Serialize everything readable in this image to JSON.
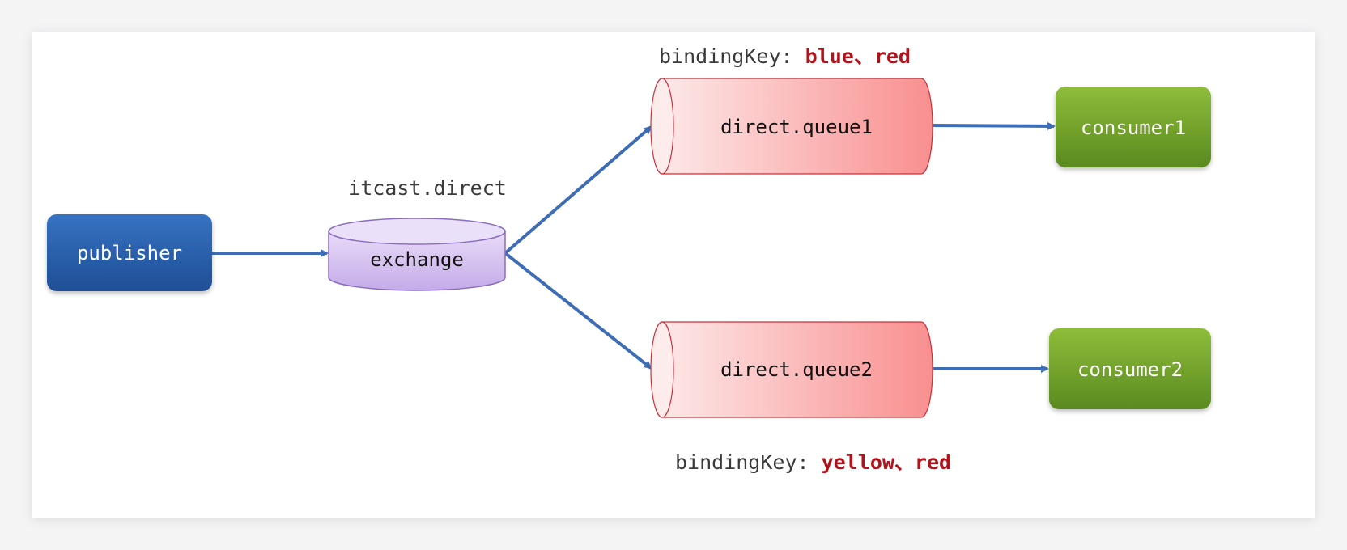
{
  "nodes": {
    "publisher": {
      "label": "publisher"
    },
    "exchange": {
      "label": "exchange",
      "name": "itcast.direct"
    },
    "queue1": {
      "label": "direct.queue1"
    },
    "queue2": {
      "label": "direct.queue2"
    },
    "consumer1": {
      "label": "consumer1"
    },
    "consumer2": {
      "label": "consumer2"
    }
  },
  "bindings": {
    "queue1": {
      "prefix": "bindingKey: ",
      "keys": "blue、red"
    },
    "queue2": {
      "prefix": "bindingKey: ",
      "keys": "yellow、red"
    }
  },
  "colors": {
    "publisher": "#2b5ea8",
    "exchange": "#cdb8ec",
    "queue": "#f98f8f",
    "consumer": "#6e9e2c",
    "arrow": "#3e6db5",
    "binding_key": "#b3121b",
    "label_text": "#3a3a3a"
  }
}
